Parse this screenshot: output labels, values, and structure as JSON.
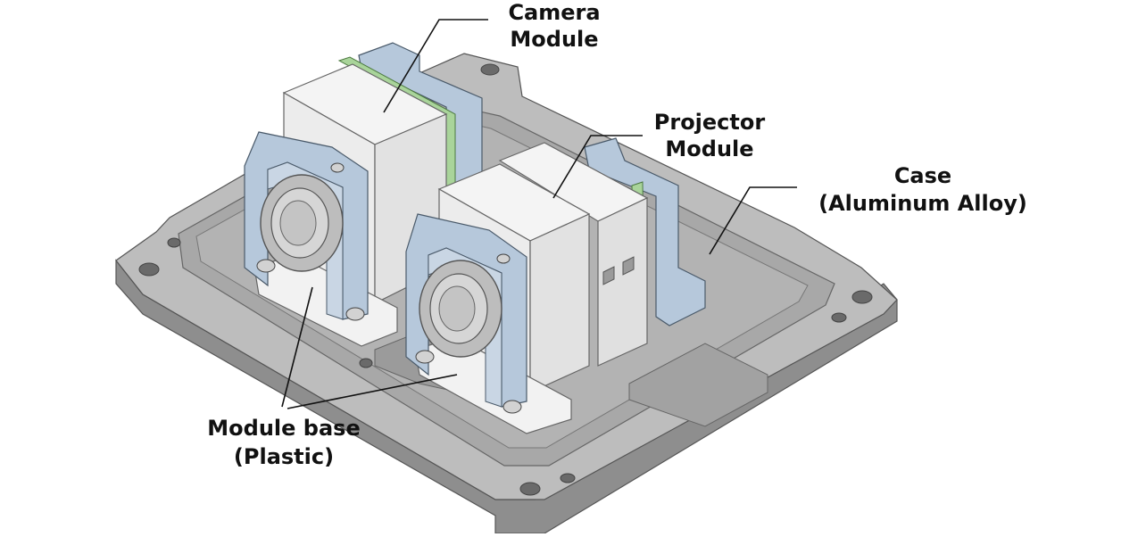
{
  "labels": {
    "camera_module": [
      "Camera",
      "Module"
    ],
    "projector_module": [
      "Projector",
      "Module"
    ],
    "case": [
      "Case",
      "(Aluminum Alloy)"
    ],
    "module_base": [
      "Module base",
      "(Plastic)"
    ]
  },
  "colors": {
    "case": "#b8b8b8",
    "case_dark": "#8e8e8e",
    "module_body": "#ececec",
    "bracket": "#b6c8db",
    "lens": "#c9c9c9",
    "pcb": "#a9d49a",
    "leader": "#111111"
  }
}
